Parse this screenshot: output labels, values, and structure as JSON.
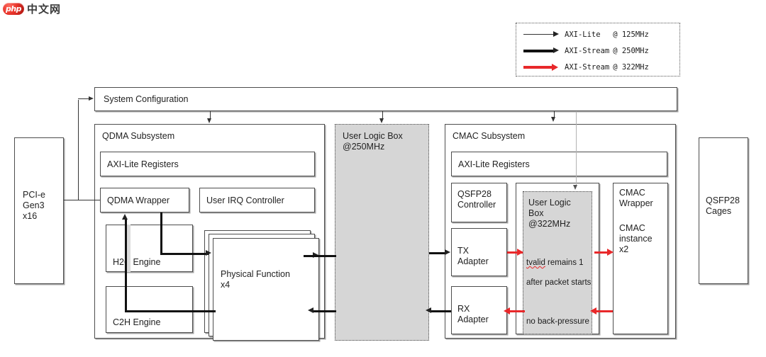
{
  "logo": {
    "badge_text": "php",
    "site_text": "中文网"
  },
  "legend": {
    "rows": [
      {
        "arrow": "thin-arrow-right",
        "protocol": "AXI-Lite  ",
        "clock": "@ 125MHz",
        "color": "#222222"
      },
      {
        "arrow": "thick-arrow-right",
        "protocol": "AXI-Stream",
        "clock": "@ 250MHz",
        "color": "#111111"
      },
      {
        "arrow": "red-arrow-right",
        "protocol": "AXI-Stream",
        "clock": "@ 322MHz",
        "color": "#e8282a"
      }
    ]
  },
  "blocks": {
    "system_configuration": "System Configuration",
    "pcie": "PCI-e\nGen3\nx16",
    "qdma_subsystem": "QDMA Subsystem",
    "qdma_axi_lite_registers": "AXI-Lite Registers",
    "qdma_wrapper": "QDMA Wrapper",
    "user_irq_controller": "User IRQ Controller",
    "h2c_engine": "H2C Engine",
    "c2h_engine": "C2H Engine",
    "physical_function": "Physical Function\nx4",
    "user_logic_box_250": "User Logic Box\n@250MHz",
    "cmac_subsystem": "CMAC Subsystem",
    "cmac_axi_lite_registers": "AXI-Lite Registers",
    "qsfp28_controller": "QSFP28\nController",
    "tx_adapter": "TX\nAdapter",
    "rx_adapter": "RX\nAdapter",
    "user_logic_box_322": "User Logic\nBox\n@322MHz",
    "cmac_wrapper": "CMAC\nWrapper",
    "cmac_instance": "CMAC\ninstance\nx2",
    "qsfp28_cages": "QSFP28\nCages"
  },
  "annotations": {
    "tvalid_word": "tvalid",
    "tvalid_rest": " remains 1",
    "tvalid_line2": "after packet starts",
    "no_backpressure": "no back-pressure"
  },
  "colors": {
    "stream_322_red": "#e8282a",
    "user_logic_fill": "#d6d6d6",
    "box_border": "#4d4d4d"
  }
}
